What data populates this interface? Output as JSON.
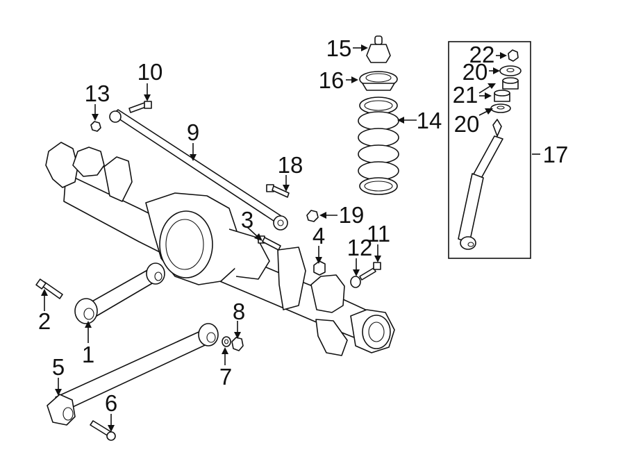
{
  "callouts": {
    "c1": "1",
    "c2": "2",
    "c3": "3",
    "c4": "4",
    "c5": "5",
    "c6": "6",
    "c7": "7",
    "c8": "8",
    "c9": "9",
    "c10": "10",
    "c11": "11",
    "c12": "12",
    "c13": "13",
    "c14": "14",
    "c15": "15",
    "c16": "16",
    "c17": "17",
    "c18": "18",
    "c19": "19",
    "c20a": "20",
    "c20b": "20",
    "c21": "21",
    "c22": "22"
  }
}
